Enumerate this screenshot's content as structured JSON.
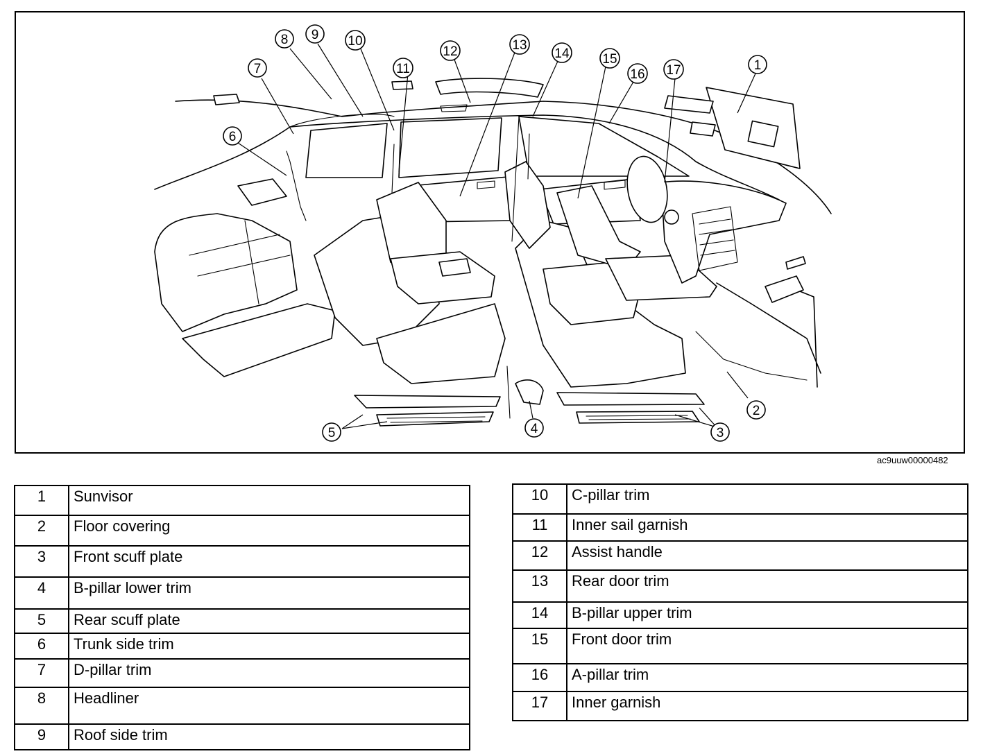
{
  "figure": {
    "code": "ac9uuw00000482",
    "callouts": [
      "1",
      "2",
      "3",
      "4",
      "5",
      "6",
      "7",
      "8",
      "9",
      "10",
      "11",
      "12",
      "13",
      "14",
      "15",
      "16",
      "17"
    ]
  },
  "legend_left": [
    {
      "num": "1",
      "label": "Sunvisor"
    },
    {
      "num": "2",
      "label": "Floor covering"
    },
    {
      "num": "3",
      "label": "Front scuff plate"
    },
    {
      "num": "4",
      "label": "B-pillar lower trim"
    },
    {
      "num": "5",
      "label": "Rear scuff plate"
    },
    {
      "num": "6",
      "label": "Trunk side trim"
    },
    {
      "num": "7",
      "label": "D-pillar trim"
    },
    {
      "num": "8",
      "label": "Headliner"
    },
    {
      "num": "9",
      "label": "Roof side trim"
    }
  ],
  "legend_right": [
    {
      "num": "10",
      "label": "C-pillar trim"
    },
    {
      "num": "11",
      "label": "Inner sail garnish"
    },
    {
      "num": "12",
      "label": "Assist handle"
    },
    {
      "num": "13",
      "label": "Rear door trim"
    },
    {
      "num": "14",
      "label": "B-pillar upper trim"
    },
    {
      "num": "15",
      "label": "Front door trim"
    },
    {
      "num": "16",
      "label": "A-pillar trim"
    },
    {
      "num": "17",
      "label": "Inner garnish"
    }
  ]
}
